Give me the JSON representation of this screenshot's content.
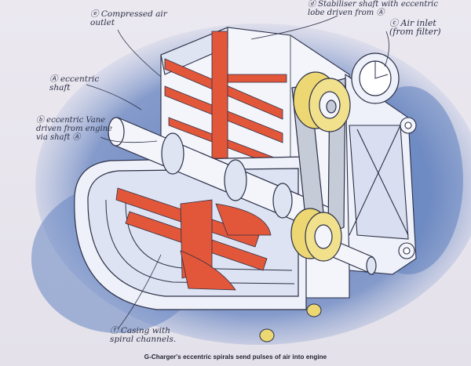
{
  "labels": {
    "compressed_air_outlet": "ⓔ Compressed air\noutlet",
    "stabiliser_shaft": "ⓓ Stabiliser shaft with eccentric\nlobe driven from Ⓐ",
    "air_inlet": "ⓒ Air inlet\n(from filter)",
    "eccentric_shaft": "Ⓐ eccentric\nshaft",
    "eccentric_vane": "ⓑ eccentric Vane\ndriven from engine\nvia shaft Ⓐ",
    "casing": "ⓕ Casing with\nspiral channels."
  },
  "caption": "G-Charger's eccentric spirals send pulses of air into engine",
  "colors": {
    "wash": "#4f6fb0",
    "metal": "#f3f5fb",
    "spiral_red": "#e2573a",
    "pulley": "#ecd772",
    "ink": "#2b2f47"
  }
}
